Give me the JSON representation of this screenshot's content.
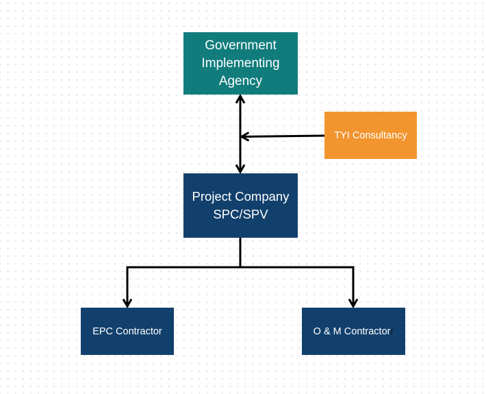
{
  "diagram": {
    "nodes": [
      {
        "id": "gov",
        "label": "Government\nImplementing\nAgency",
        "color": "#117c7c"
      },
      {
        "id": "tyi",
        "label": "TYI Consultancy",
        "color": "#f2952f"
      },
      {
        "id": "spc",
        "label": "Project Company\nSPC/SPV",
        "color": "#12406c"
      },
      {
        "id": "epc",
        "label": "EPC Contractor",
        "color": "#12406c"
      },
      {
        "id": "om",
        "label": "O & M Contractor",
        "stray_char": "r",
        "color": "#12406c"
      }
    ],
    "edges": [
      {
        "from": "gov",
        "to": "spc",
        "type": "bidirectional-arrow"
      },
      {
        "from": "tyi",
        "to": "gov-spc-link",
        "type": "arrow"
      },
      {
        "from": "spc",
        "to": "epc",
        "type": "elbow-arrow"
      },
      {
        "from": "spc",
        "to": "om",
        "type": "elbow-arrow"
      }
    ]
  }
}
